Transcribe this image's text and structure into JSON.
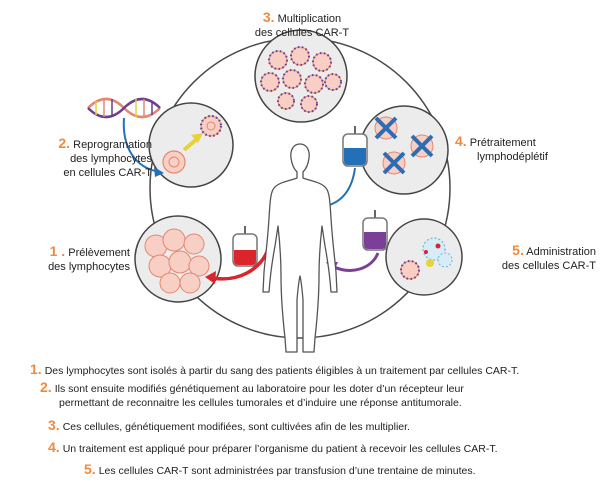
{
  "steps": [
    {
      "num": "1 .",
      "line1": "Prélèvement",
      "line2": "des lymphocytes"
    },
    {
      "num": "2.",
      "line1": "Reprogramation",
      "line2": "des lymphocytes",
      "line3": "en cellules CAR-T"
    },
    {
      "num": "3.",
      "line1": "Multiplication",
      "line2": "des cellules CAR-T"
    },
    {
      "num": "4.",
      "line1": "Prétraitement",
      "line2": "lymphodéplétif"
    },
    {
      "num": "5.",
      "line1": "Administration",
      "line2": "des cellules CAR-T"
    }
  ],
  "captions": [
    {
      "num": "1.",
      "lines": [
        "Des lymphocytes sont isolés à partir du sang des patients éligibles à un traitement par cellules CAR-T."
      ]
    },
    {
      "num": "2.",
      "lines": [
        "Ils sont ensuite modifiés génétiquement au laboratoire pour les doter d’un récepteur leur",
        "permettant de reconnaitre les cellules tumorales et d’induire une réponse antitumorale."
      ]
    },
    {
      "num": "3.",
      "lines": [
        "Ces cellules, génétiquement modifiées, sont cultivées afin de les multiplier."
      ]
    },
    {
      "num": "4.",
      "lines": [
        "Un traitement est appliqué pour préparer l’organisme du patient à recevoir les cellules CAR-T."
      ]
    },
    {
      "num": "5.",
      "lines": [
        "Les cellules CAR-T sont administrées par transfusion d’une trentaine de minutes."
      ]
    }
  ],
  "colors": {
    "accent": "#f08a3c",
    "blood": "#d9252b",
    "cell_fill": "#f7cfc4",
    "cell_stroke": "#e4876f",
    "car_t_purple": "#6b3f8c",
    "cross_blue": "#2c6db5",
    "bag_blue": "#2470b8",
    "bag_purple": "#7b3f98",
    "arrow_yellow": "#e7d23b"
  }
}
